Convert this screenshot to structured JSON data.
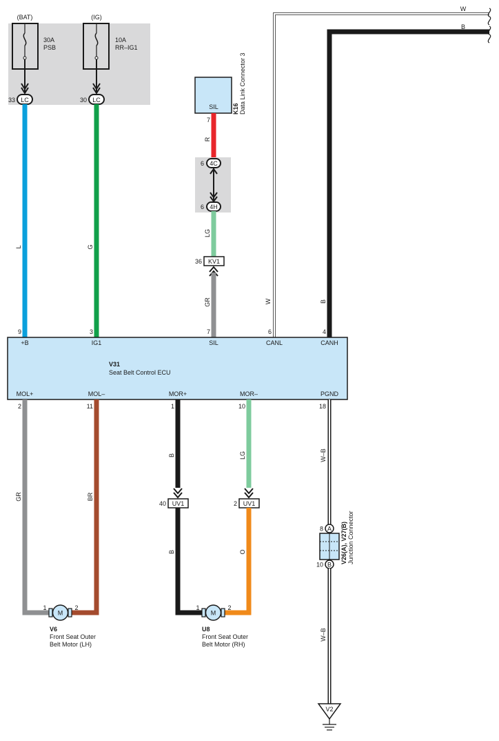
{
  "colors": {
    "wire_L": "#0aa0dc",
    "wire_G": "#11a04a",
    "wire_R": "#e8262b",
    "wire_LG": "#7ecb9d",
    "wire_GR": "#8f9092",
    "wire_BR": "#a44b2e",
    "wire_B": "#1a1a1a",
    "wire_O": "#f08a1a",
    "component_fill": "#c8e6f8",
    "fuse_box_fill": "#d9d9da"
  },
  "fuses": {
    "bat_label": "(BAT)",
    "ig_label": "(IG)",
    "bat_rating": "30A",
    "bat_name": "PSB",
    "ig_rating": "10A",
    "ig_name": "RR–IG1",
    "bat_conn_pin": "33",
    "bat_conn": "LC",
    "ig_conn_pin": "30",
    "ig_conn": "LC"
  },
  "dlc": {
    "code": "K16",
    "name": "Data Link Connector 3",
    "terminal": "SIL",
    "pin": "7",
    "wire_color": "R",
    "conn_upper_pin": "6",
    "conn_upper": "4C",
    "conn_lower_pin": "6",
    "conn_lower": "4H",
    "lg_color": "LG",
    "kv_pin": "36",
    "kv_conn": "KV1",
    "gr_color": "GR"
  },
  "ecu": {
    "code": "V31",
    "name": "Seat Belt Control ECU",
    "top_terminals": [
      {
        "name": "+B",
        "pin": "9"
      },
      {
        "name": "IG1",
        "pin": "3"
      },
      {
        "name": "SIL",
        "pin": "7"
      },
      {
        "name": "CANL",
        "pin": "6"
      },
      {
        "name": "CANH",
        "pin": "4"
      }
    ],
    "bottom_terminals": [
      {
        "name": "MOL+",
        "pin": "2"
      },
      {
        "name": "MOL–",
        "pin": "11"
      },
      {
        "name": "MOR+",
        "pin": "1"
      },
      {
        "name": "MOR–",
        "pin": "10"
      },
      {
        "name": "PGND",
        "pin": "18"
      }
    ]
  },
  "wires": {
    "bat_color": "L",
    "ig_color": "G",
    "canl_color": "W",
    "canh_color": "B",
    "canl_top_label": "W",
    "canh_top_label": "B",
    "mol_plus_color": "GR",
    "mol_minus_color": "BR",
    "mor_plus_upper_color": "B",
    "mor_plus_lower_color": "B",
    "mor_minus_upper_color": "LG",
    "mor_minus_lower_color": "O",
    "pgnd_upper_color": "W–B",
    "pgnd_lower_color": "W–B"
  },
  "uv_connectors": {
    "left_pin": "40",
    "left_name": "UV1",
    "right_pin": "2",
    "right_name": "UV1"
  },
  "motors": {
    "lh": {
      "code": "V6",
      "line1": "Front Seat Outer",
      "line2": "Belt Motor (LH)",
      "pin1": "1",
      "pin2": "2",
      "symbol": "M"
    },
    "rh": {
      "code": "U8",
      "line1": "Front Seat Outer",
      "line2": "Belt Motor (RH)",
      "pin1": "1",
      "pin2": "2",
      "symbol": "M"
    }
  },
  "junction": {
    "title": "V26(A), V27(B)",
    "name": "Junction Connector",
    "top_pin": "8",
    "top_letter": "A",
    "bottom_pin": "10",
    "bottom_letter": "B"
  },
  "ground": {
    "label": "V2"
  }
}
